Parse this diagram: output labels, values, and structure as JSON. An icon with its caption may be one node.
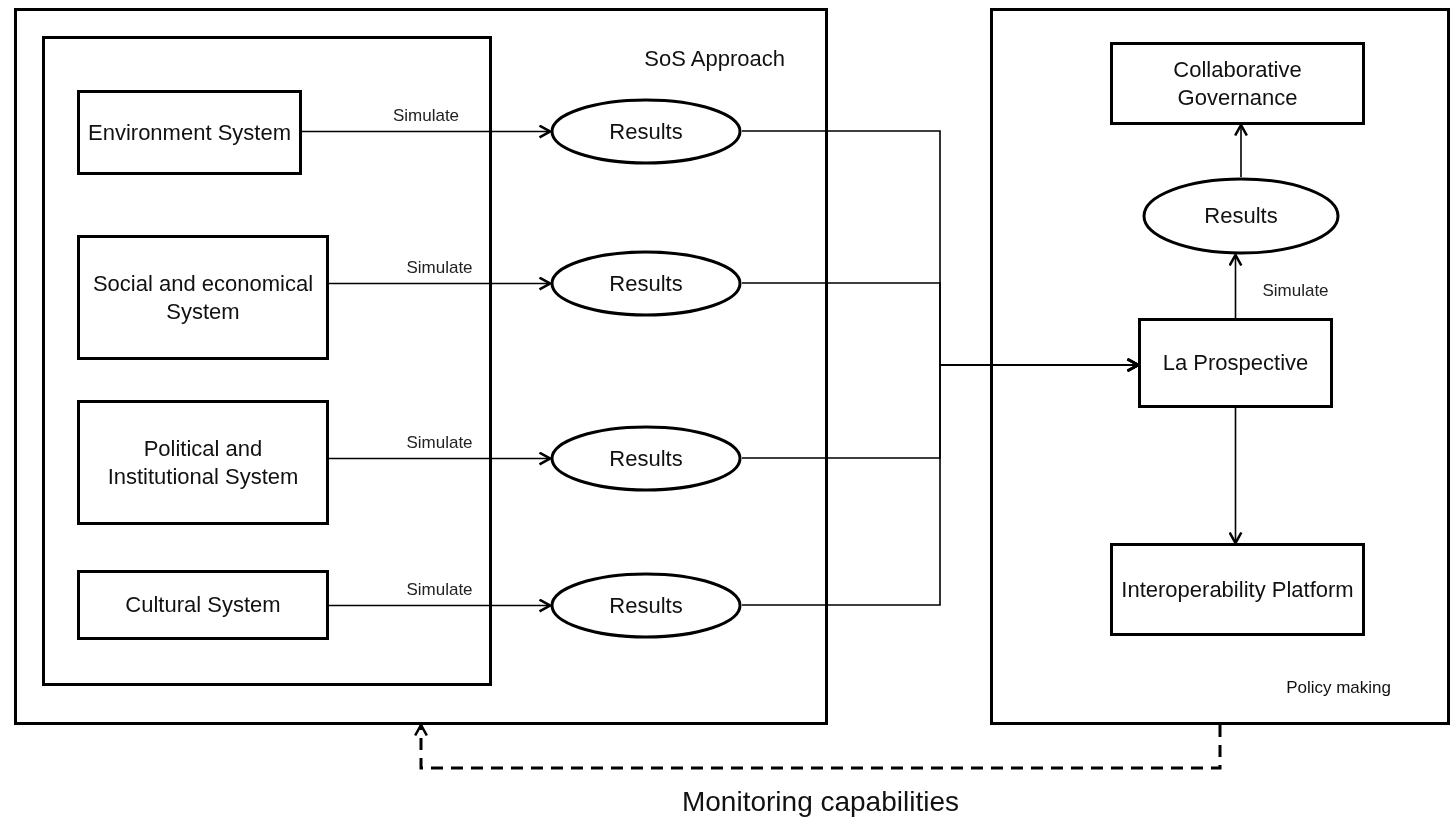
{
  "diagram": {
    "nodes": [
      {
        "text": [
          "SoS Approach"
        ]
      },
      {
        "text": [],
        "shape": "box",
        "in": 0
      },
      {
        "text": [
          "Environment System"
        ],
        "in": 1
      },
      {
        "text": [
          "Social and economical System"
        ],
        "in": 1
      },
      {
        "text": [
          "Political and Institutional System"
        ],
        "in": 1
      },
      {
        "text": [
          "Cultural System"
        ],
        "in": 1
      },
      {
        "text": [
          "Results"
        ],
        "in": 0
      },
      {
        "text": [
          "Results"
        ],
        "in": 0
      },
      {
        "text": [
          "Results"
        ],
        "in": 0
      },
      {
        "text": [
          "Results"
        ],
        "in": 0
      },
      {
        "text": [
          "Policy making"
        ]
      },
      {
        "text": [
          "Collaborative Governance"
        ],
        "in": 10
      },
      {
        "text": [
          "Results"
        ],
        "in": 10
      },
      {
        "text": [
          "La Prospective"
        ],
        "in": 10
      },
      {
        "text": [
          "Interoperability Platform"
        ],
        "in": 10
      }
    ],
    "edges": [
      {
        "from": 2,
        "to": 6,
        "arrow": "to",
        "label": "Simulate"
      },
      {
        "from": 3,
        "to": 7,
        "arrow": "to",
        "label": "Simulate"
      },
      {
        "from": 4,
        "to": 8,
        "arrow": "to",
        "label": "Simulate"
      },
      {
        "from": 5,
        "to": 9,
        "arrow": "to",
        "label": "Simulate"
      },
      {
        "from": 6,
        "to": 13,
        "arrow": "to"
      },
      {
        "from": 7,
        "to": 13,
        "arrow": "to"
      },
      {
        "from": 8,
        "to": 13,
        "arrow": "to"
      },
      {
        "from": 9,
        "to": 13,
        "arrow": "to"
      },
      {
        "from": 13,
        "to": 12,
        "arrow": "to",
        "label": "Simulate"
      },
      {
        "from": 12,
        "to": 11,
        "arrow": "to"
      },
      {
        "from": 13,
        "to": 14,
        "arrow": "to"
      },
      {
        "from": 10,
        "to": 0,
        "arrow": "to",
        "label": "Monitoring capabilities",
        "style": "dashed"
      }
    ]
  }
}
